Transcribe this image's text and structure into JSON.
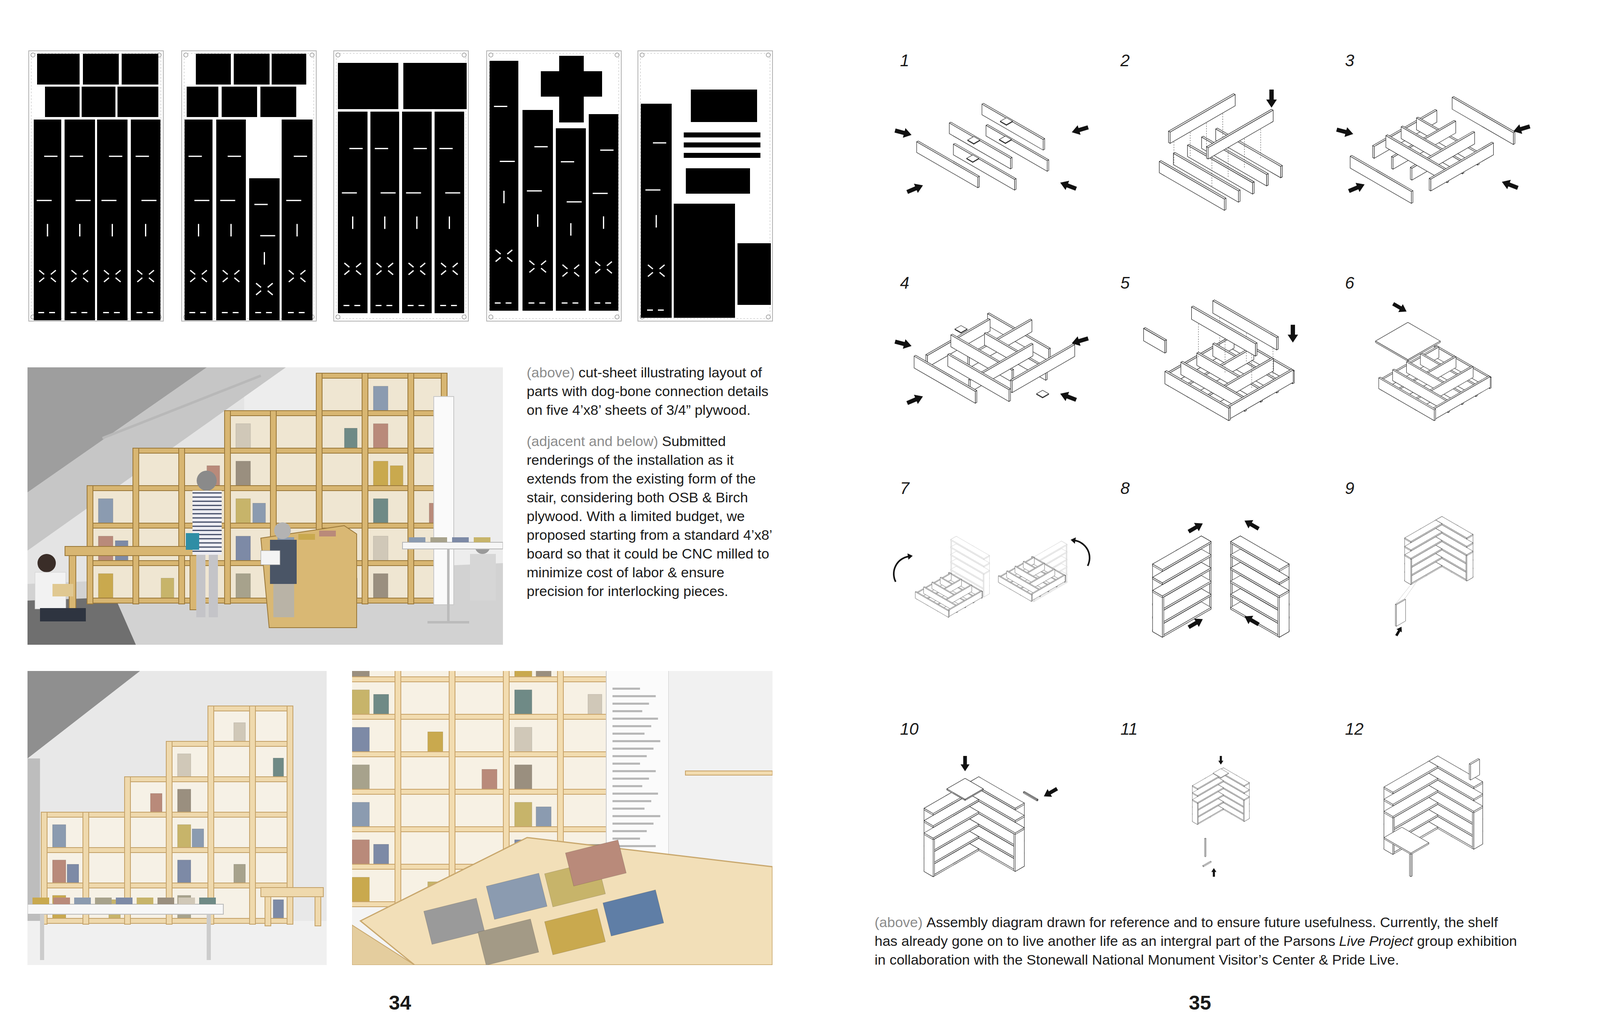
{
  "diagram": {
    "labels": [
      "(above)",
      "cut-sheet illustrating layout of parts with dog-bone connection details on five 4’x8’ sheets of 3/4” plywood.",
      "(adjacent and below)",
      "Submitted renderings of the installation as it extends from the existing form of the stair, considering both OSB & Birch plywood. With a limited budget, we proposed starting from a standard 4’x8’ board so that it could be CNC milled to minimize cost of labor & ensure precision for interlocking pieces.",
      "34",
      "1",
      "2",
      "3",
      "4",
      "5",
      "6",
      "7",
      "8",
      "9",
      "10",
      "11",
      "12",
      "(above)",
      "Assembly diagram drawn for reference and to ensure future usefulness. Currently, the shelf has already gone on to live another life as an intergral part of the Parsons",
      "Live Project",
      "group exhibition in collaboration with the Stonewall National Monument Visitor’s Center & Pride Live.",
      "35"
    ]
  }
}
